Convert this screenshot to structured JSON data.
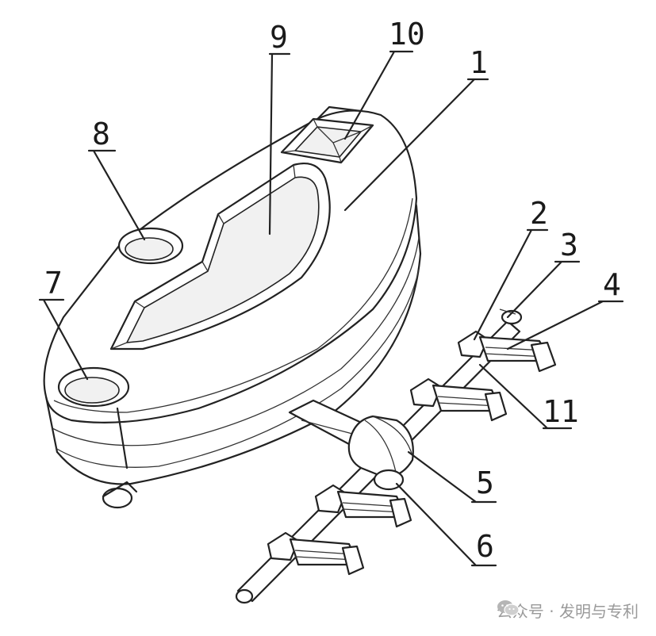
{
  "labels": {
    "l1": "1",
    "l2": "2",
    "l3": "3",
    "l4": "4",
    "l5": "5",
    "l6": "6",
    "l7": "7",
    "l8": "8",
    "l9": "9",
    "l10": "10",
    "l11": "11"
  },
  "watermark": {
    "text": "公众号 · 发明与专利",
    "icon": "wechat-icon"
  }
}
